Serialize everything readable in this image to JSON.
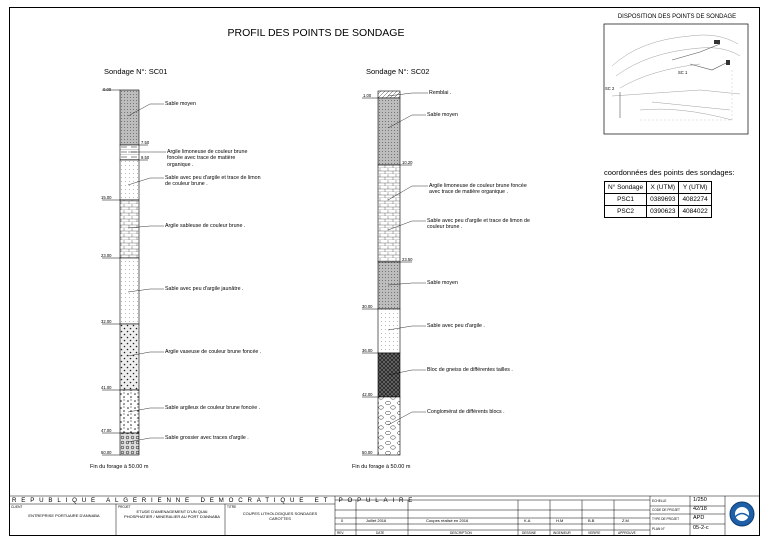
{
  "page_title": "PROFIL DES POINTS DE SONDAGE",
  "map": {
    "title": "DISPOSITION DES POINTS DE SONDAGE",
    "labels": [
      "SC 2",
      "SC 1"
    ]
  },
  "coordinates": {
    "title": "coordonnées des points des sondages:",
    "headers": [
      "N° Sondage",
      "X (UTM)",
      "Y (UTM)"
    ],
    "rows": [
      [
        "PSC1",
        "0389693",
        "4082274"
      ],
      [
        "PSC2",
        "0390623",
        "4084022"
      ]
    ]
  },
  "sc01": {
    "title": "Sondage N°: SC01",
    "depths": [
      "0.00",
      "7.50",
      "9.50",
      "15.00",
      "23.00",
      "32.00",
      "41.00",
      "47.00",
      "50.00"
    ],
    "layers": [
      "Sable moyen",
      "Argile limoneuse de couleur brune foncée avec trace de matière organique .",
      "Sable avec peu d'argile et trace de limon de couleur brune .",
      "Argile sableuse de couleur brune .",
      "Sable avec peu d'argile jaunâtre .",
      "Argile vaseuse de couleur brune foncée .",
      "Sable argileux de couleur brune foncée .",
      "Sable grossier avec traces d'argile ."
    ],
    "end": "Fin du forage à 50.00 m"
  },
  "sc02": {
    "title": "Sondage N°: SC02",
    "depths": [
      "1.00",
      "10.20",
      "23.50",
      "30.00",
      "36.00",
      "42.00",
      "50.00"
    ],
    "layers": [
      "Remblai .",
      "Sable moyen",
      "Argile limoneuse de couleur brune foncée avec trace de matière organique .",
      "Sable avec peu d'argile et trace de limon de couleur brune .",
      "Sable moyen",
      "Sable avec peu d'argile .",
      "Bloc de gneiss de différentes tailles .",
      "Conglomérat de différents blocs ."
    ],
    "end": "Fin du forage à 50.00 m"
  },
  "title_block": {
    "republique": "REPUBLIQUE ALGERIENNE DEMOCRATIQUE ET POPULAIRE",
    "client_label": "CLIENT",
    "client": "ENTREPRISE PORTUAIRE D'ANNABA",
    "projet_label": "PROJET",
    "projet": "ETUDE D'AMENAGEMENT D'UN QUAI PHOSPHATIER / MINERALIER AU PORT D'ANNABA",
    "titre_label": "TITRE",
    "titre": "COUPES LITHOLOGIQUES SONDAGES CAROTTES",
    "rev": "0",
    "date": "Juillet 2016",
    "description": "Coupes réalisé en 2016",
    "dessine": "K.A",
    "ingenieur": "H.M",
    "verifie": "B.B",
    "approuve": "Z.M",
    "foot_labels": [
      "REV.",
      "DATE",
      "DESCRIPTION",
      "DESSINE",
      "INGENIEUR",
      "VERIFIE",
      "APPROUVE"
    ],
    "echelle_label": "ECHELLE",
    "echelle": "1/250",
    "code_label": "CODE DE PROJET",
    "code": "42/18",
    "type_label": "TYPE DE PROJET",
    "type": "APD",
    "plan_label": "PLAN N°",
    "plan": "05-2-c"
  }
}
